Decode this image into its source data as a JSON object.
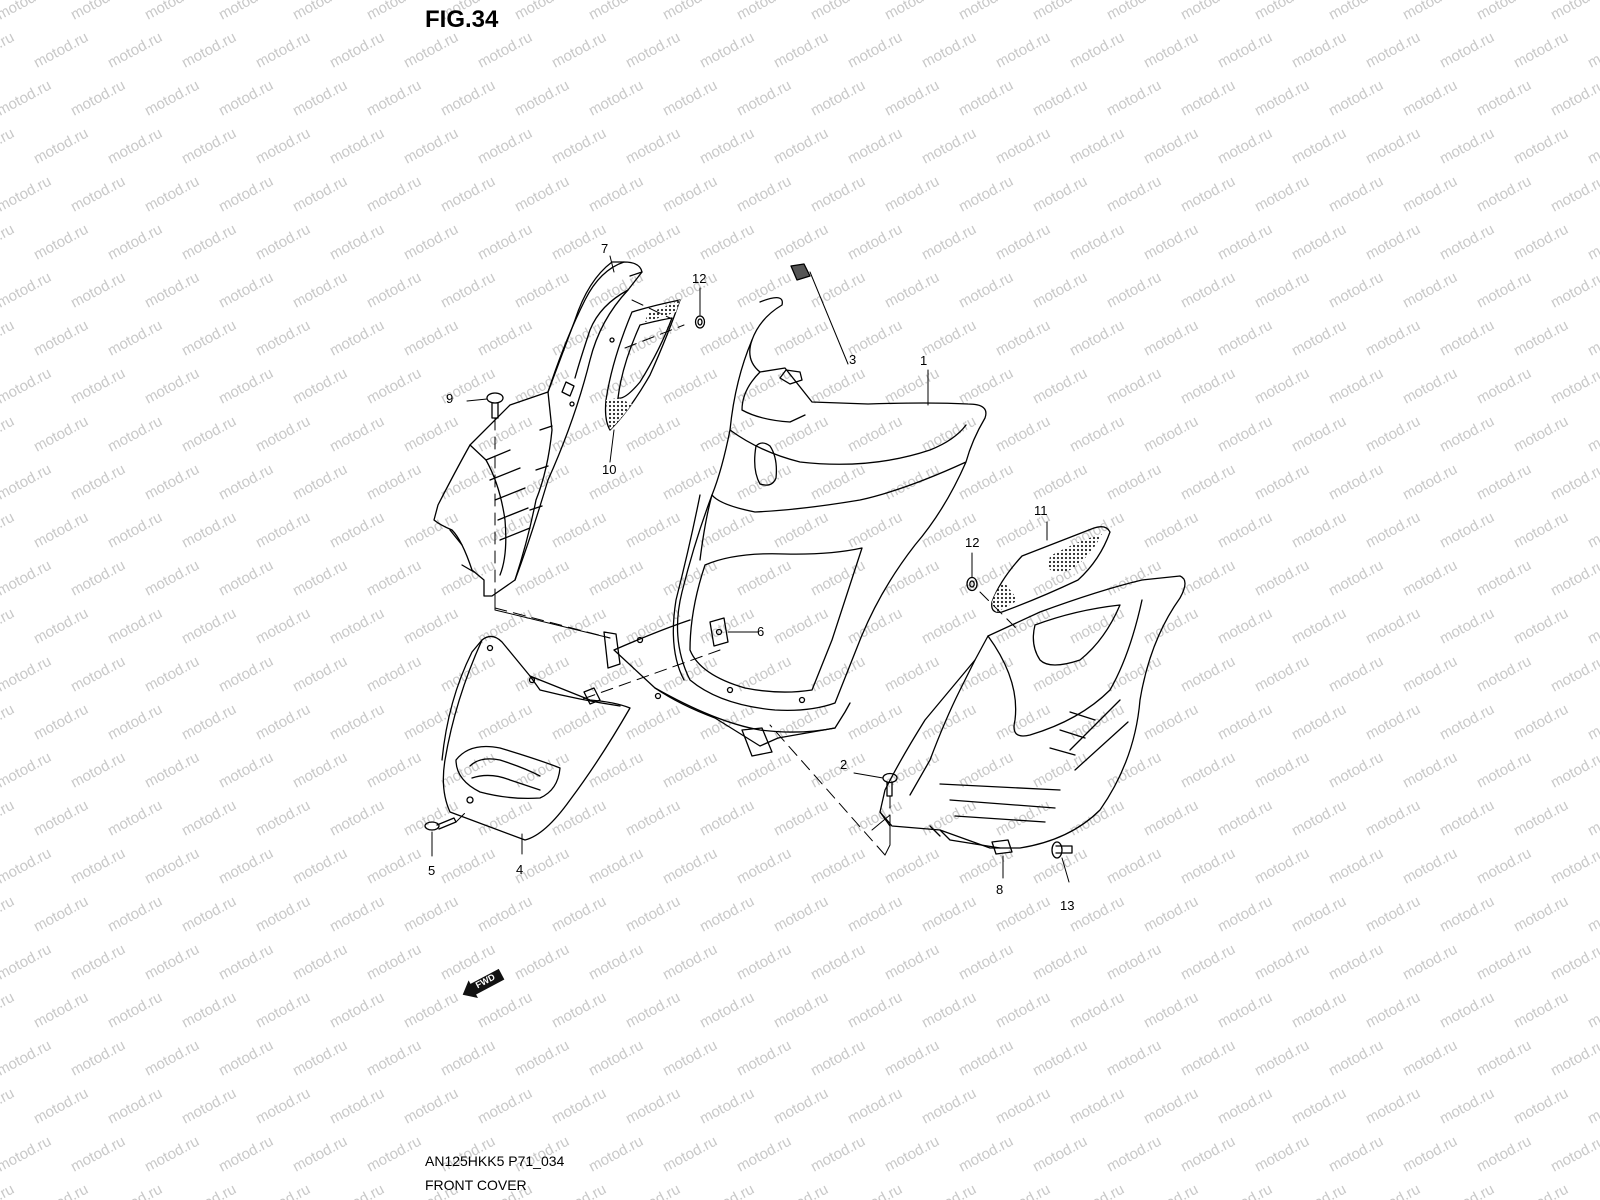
{
  "figure": {
    "title": "FIG.34",
    "model_code": "AN125HKK5 P71_034",
    "name": "FRONT COVER"
  },
  "watermark": {
    "text": "motod.ru",
    "color": "#c8c8c8"
  },
  "direction_arrow": {
    "label": "FWD",
    "icon": "fwd-arrow-icon"
  },
  "callouts": [
    "1",
    "2",
    "3",
    "4",
    "5",
    "6",
    "7",
    "8",
    "9",
    "10",
    "11",
    "12",
    "12",
    "13"
  ],
  "colors": {
    "line": "#000000",
    "watermark": "#c8c8c8",
    "shade": "#444444"
  }
}
